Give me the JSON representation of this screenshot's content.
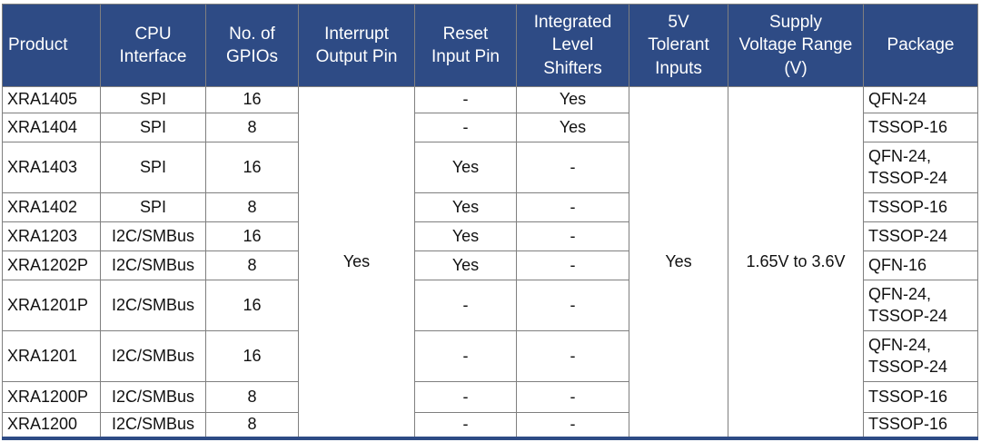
{
  "colors": {
    "header_bg": "#2E4B85",
    "header_text": "#FFFFFF",
    "grid_line": "#7F7F7F",
    "body_text": "#111111",
    "bottom_bar": "#2E4B85"
  },
  "table": {
    "headers": {
      "product": "Product",
      "cpu_interface": "CPU\nInterface",
      "gpios": "No. of\nGPIOs",
      "interrupt_output_pin": "Interrupt\nOutput Pin",
      "reset_input_pin": "Reset\nInput Pin",
      "level_shifters": "Integrated\nLevel\nShifters",
      "tolerant_inputs": "5V\nTolerant\nInputs",
      "supply_voltage_range": "Supply\nVoltage Range\n(V)",
      "package": "Package"
    },
    "merged": {
      "interrupt_output_pin": "Yes",
      "tolerant_inputs": "Yes",
      "supply_voltage_range": "1.65V to 3.6V"
    },
    "rows": [
      {
        "product": "XRA1405",
        "cpu_interface": "SPI",
        "gpios": "16",
        "reset_input_pin": "-",
        "level_shifters": "Yes",
        "package": "QFN-24"
      },
      {
        "product": "XRA1404",
        "cpu_interface": "SPI",
        "gpios": "8",
        "reset_input_pin": "-",
        "level_shifters": "Yes",
        "package": "TSSOP-16"
      },
      {
        "product": "XRA1403",
        "cpu_interface": "SPI",
        "gpios": "16",
        "reset_input_pin": "Yes",
        "level_shifters": "-",
        "package": "QFN-24,\nTSSOP-24"
      },
      {
        "product": "XRA1402",
        "cpu_interface": "SPI",
        "gpios": "8",
        "reset_input_pin": "Yes",
        "level_shifters": "-",
        "package": "TSSOP-16"
      },
      {
        "product": "XRA1203",
        "cpu_interface": "I2C/SMBus",
        "gpios": "16",
        "reset_input_pin": "Yes",
        "level_shifters": "-",
        "package": "TSSOP-24"
      },
      {
        "product": "XRA1202P",
        "cpu_interface": "I2C/SMBus",
        "gpios": "8",
        "reset_input_pin": "Yes",
        "level_shifters": "-",
        "package": "QFN-16"
      },
      {
        "product": "XRA1201P",
        "cpu_interface": "I2C/SMBus",
        "gpios": "16",
        "reset_input_pin": "-",
        "level_shifters": "-",
        "package": "QFN-24,\nTSSOP-24"
      },
      {
        "product": "XRA1201",
        "cpu_interface": "I2C/SMBus",
        "gpios": "16",
        "reset_input_pin": "-",
        "level_shifters": "-",
        "package": "QFN-24,\nTSSOP-24"
      },
      {
        "product": "XRA1200P",
        "cpu_interface": "I2C/SMBus",
        "gpios": "8",
        "reset_input_pin": "-",
        "level_shifters": "-",
        "package": "TSSOP-16"
      },
      {
        "product": "XRA1200",
        "cpu_interface": "I2C/SMBus",
        "gpios": "8",
        "reset_input_pin": "-",
        "level_shifters": "-",
        "package": "TSSOP-16"
      }
    ]
  }
}
